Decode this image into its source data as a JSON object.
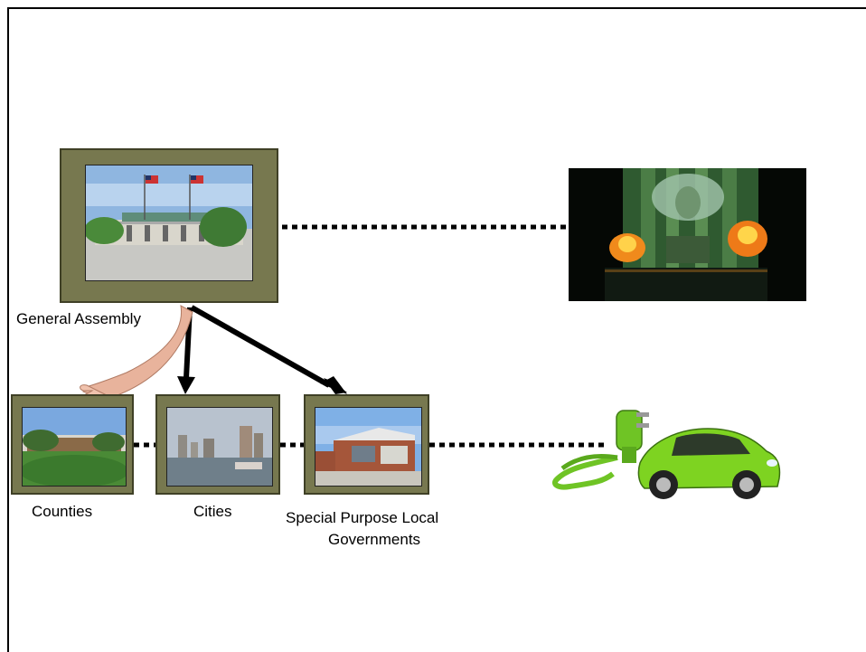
{
  "nodes": {
    "general_assembly": {
      "label": "General Assembly"
    },
    "counties": {
      "label": "Counties"
    },
    "cities": {
      "label": "Cities"
    },
    "special_purpose": {
      "label_line1": "Special Purpose Local",
      "label_line2": "Governments"
    }
  },
  "images": {
    "ga_building": "government-building-photo",
    "wizard": "wizard-of-oz-photo",
    "county": "county-building-photo",
    "city": "city-skyline-photo",
    "special": "modern-building-photo",
    "car": "electric-car-plug-image",
    "arm": "reaching-arm-image"
  },
  "colors": {
    "frame": "#77784f",
    "line": "#000000",
    "car": "#7ed321"
  }
}
